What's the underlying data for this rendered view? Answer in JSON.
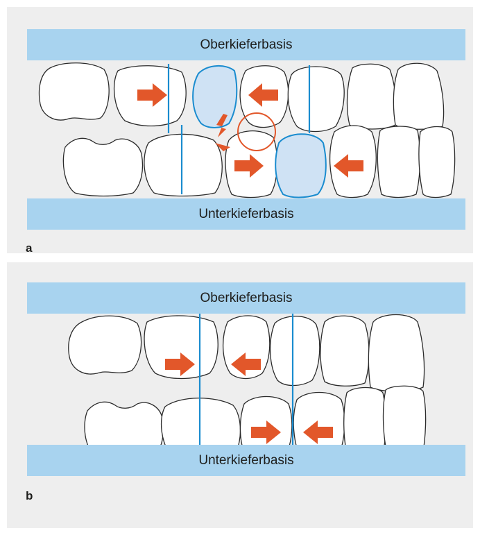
{
  "panels": [
    {
      "letter": "a",
      "top_band_label": "Oberkieferbasis",
      "bottom_band_label": "Unterkieferbasis",
      "marker_icons": [
        "lightning-icon",
        "circle-marker"
      ]
    },
    {
      "letter": "b",
      "top_band_label": "Oberkieferbasis",
      "bottom_band_label": "Unterkieferbasis"
    }
  ],
  "colors": {
    "panel_background": "#eeeeee",
    "band": "#a8d3ef",
    "arrow": "#e2572a",
    "line": "#1a8ccf",
    "highlighted_tooth": "#cfe2f4"
  }
}
